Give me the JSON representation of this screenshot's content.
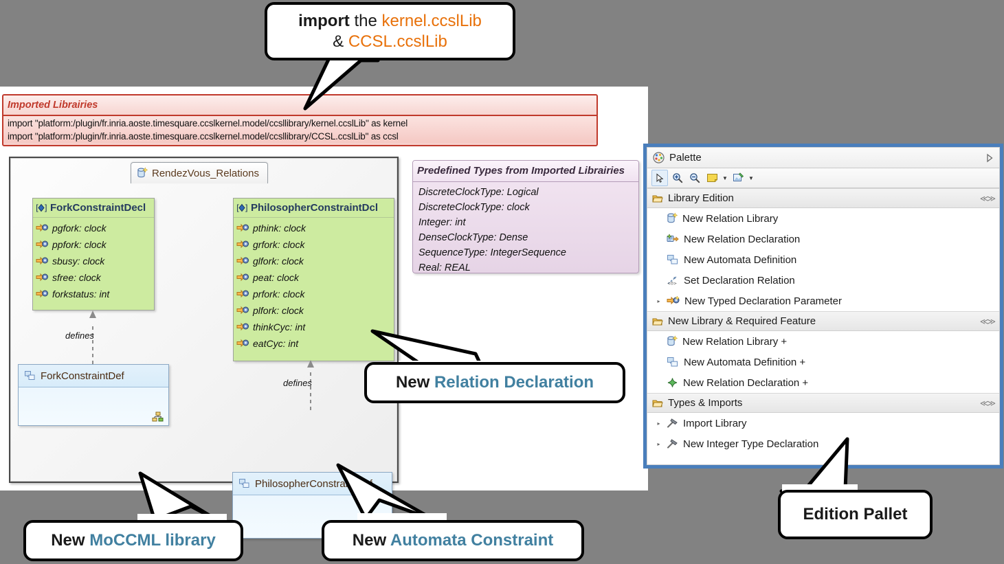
{
  "imported_libraries": {
    "header": "Imported Librairies",
    "lines": [
      "import \"platform:/plugin/fr.inria.aoste.timesquare.ccslkernel.model/ccsllibrary/kernel.ccslLib\" as kernel",
      "import \"platform:/plugin/fr.inria.aoste.timesquare.ccslkernel.model/ccsllibrary/CCSL.ccslLib\" as ccsl"
    ]
  },
  "diagram": {
    "tab_label": "RendezVous_Relations",
    "tab_icon": "relation-library-icon",
    "classes": [
      {
        "name": "ForkConstraintDecl",
        "icon": "relation-declaration-icon",
        "attributes": [
          "pgfork: clock",
          "ppfork: clock",
          "sbusy: clock",
          "sfree: clock",
          "forkstatus: int"
        ]
      },
      {
        "name": "PhilosopherConstraintDcl",
        "icon": "relation-declaration-icon",
        "attributes": [
          "pthink: clock",
          "grfork: clock",
          "glfork: clock",
          "peat: clock",
          "prfork: clock",
          "plfork: clock",
          "thinkCyc: int",
          "eatCyc: int"
        ]
      }
    ],
    "definitions": [
      {
        "name": "ForkConstraintDef",
        "icon": "automata-definition-icon",
        "corner_icon": "automata-graph-icon"
      },
      {
        "name": "PhilosopherConstraintDef",
        "icon": "automata-definition-icon",
        "corner_icon": "automata-graph-icon"
      }
    ],
    "link_labels": [
      "defines",
      "defines"
    ]
  },
  "predefined_types": {
    "header": "Predefined Types from Imported Librairies",
    "entries": [
      "DiscreteClockType: Logical",
      "DiscreteClockType: clock",
      "Integer: int",
      "DenseClockType: Dense",
      "SequenceType: IntegerSequence",
      "Real: REAL"
    ]
  },
  "palette": {
    "title": "Palette",
    "title_icon": "palette-icon",
    "expand_icon": "expand-arrow-icon",
    "toolbar": [
      {
        "name": "select-tool",
        "icon": "cursor-arrow-icon",
        "selected": true
      },
      {
        "name": "zoom-in-tool",
        "icon": "zoom-in-icon",
        "selected": false
      },
      {
        "name": "zoom-out-tool",
        "icon": "zoom-out-icon",
        "selected": false
      },
      {
        "name": "note-tool",
        "icon": "note-icon",
        "selected": false,
        "caret": true
      },
      {
        "name": "attach-note-tool",
        "icon": "note-attachment-icon",
        "selected": false,
        "caret": true
      }
    ],
    "drawers": [
      {
        "title": "Library Edition",
        "folder_icon": "open-folder-icon",
        "collapse_icon": "collapse-icon",
        "items": [
          {
            "label": "New Relation Library",
            "icon": "relation-library-icon",
            "arrow": false
          },
          {
            "label": "New Relation Declaration",
            "icon": "relation-declaration-icon",
            "arrow": false
          },
          {
            "label": "New Automata Definition",
            "icon": "automata-definition-icon",
            "arrow": false
          },
          {
            "label": "Set Declaration Relation",
            "icon": "declaration-relation-icon",
            "arrow": false
          },
          {
            "label": "New Typed Declaration Parameter",
            "icon": "typed-parameter-icon",
            "arrow": true
          }
        ]
      },
      {
        "title": "New Library & Required Feature",
        "folder_icon": "open-folder-icon",
        "collapse_icon": "collapse-icon",
        "items": [
          {
            "label": "New Relation Library +",
            "icon": "relation-library-icon",
            "arrow": false
          },
          {
            "label": "New Automata Definition +",
            "icon": "automata-definition-icon",
            "arrow": false
          },
          {
            "label": "New Relation Declaration +",
            "icon": "green-diamond-icon",
            "arrow": false
          }
        ]
      },
      {
        "title": "Types & Imports",
        "folder_icon": "open-folder-icon",
        "collapse_icon": "collapse-icon",
        "items": [
          {
            "label": "Import Library",
            "icon": "hammer-icon",
            "arrow": true
          },
          {
            "label": "New Integer Type Declaration",
            "icon": "hammer-icon",
            "arrow": true
          }
        ]
      }
    ]
  },
  "callouts": {
    "import": {
      "bold": "import",
      "mid": " the ",
      "accent1": "kernel.ccslLib",
      "line2_pre": "& ",
      "accent2": "CCSL.ccslLib"
    },
    "relation_declaration": {
      "bold": "New ",
      "accent": "Relation Declaration"
    },
    "moccml_library": {
      "bold": "New ",
      "accent": "MoCCML library"
    },
    "automata_constraint": {
      "bold": "New ",
      "accent": "Automata Constraint"
    },
    "edition_pallet": {
      "bold": "Edition Pallet"
    }
  },
  "colors": {
    "background": "#828282",
    "accent_blue": "#4180A0",
    "accent_orange": "#E8710A",
    "palette_border": "#4A7EBB",
    "imported_red": "#C0392B",
    "class_green": "#CDEBA0",
    "predef_purple": "#E6D4E6"
  }
}
